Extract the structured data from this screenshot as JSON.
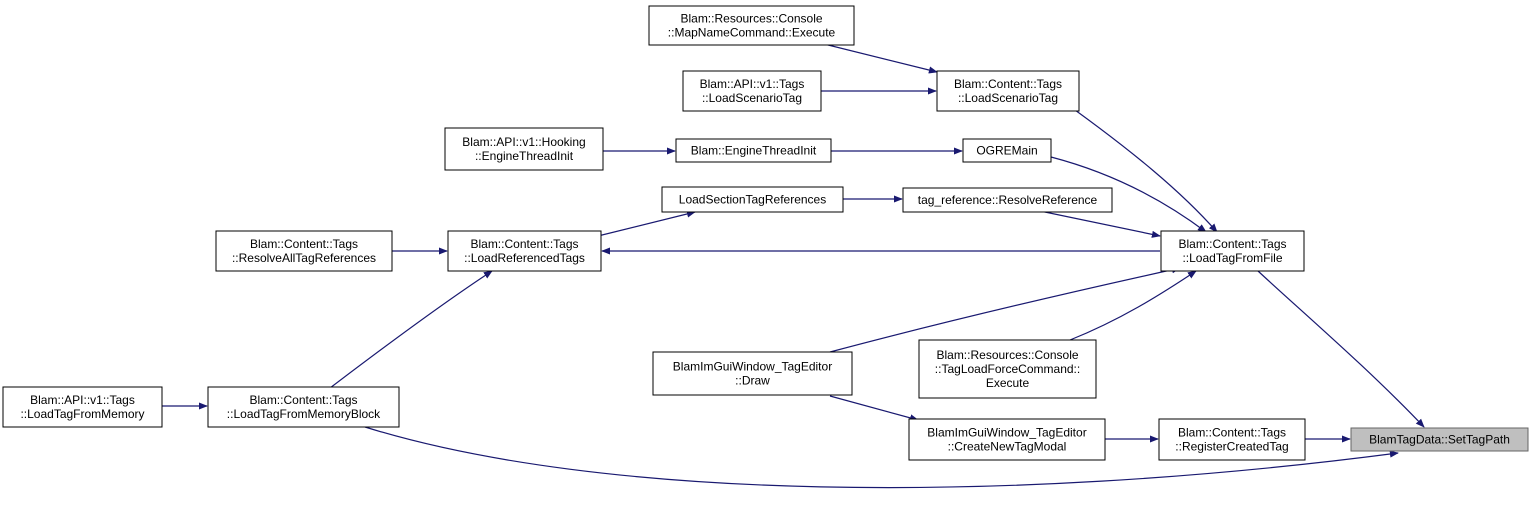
{
  "colors": {
    "edge": "#191970",
    "node_border": "#000000",
    "target_fill": "#bfbfbf",
    "target_border": "#666666"
  },
  "nodes": {
    "set_tag_path": [
      "BlamTagData::SetTagPath"
    ],
    "load_tag_from_file": [
      "Blam::Content::Tags",
      "::LoadTagFromFile"
    ],
    "register_created_tag": [
      "Blam::Content::Tags",
      "::RegisterCreatedTag"
    ],
    "load_tag_from_memory_block": [
      "Blam::Content::Tags",
      "::LoadTagFromMemoryBlock"
    ],
    "load_scenario_tag_content": [
      "Blam::Content::Tags",
      "::LoadScenarioTag"
    ],
    "ogre_main": [
      "OGREMain"
    ],
    "resolve_reference": [
      "tag_reference::ResolveReference"
    ],
    "load_referenced_tags": [
      "Blam::Content::Tags",
      "::LoadReferencedTags"
    ],
    "tag_editor_draw": [
      "BlamImGuiWindow_TagEditor",
      "::Draw"
    ],
    "tag_load_force_command": [
      "Blam::Resources::Console",
      "::TagLoadForceCommand::",
      "Execute"
    ],
    "create_new_tag_modal": [
      "BlamImGuiWindow_TagEditor",
      "::CreateNewTagModal"
    ],
    "map_name_command": [
      "Blam::Resources::Console",
      "::MapNameCommand::Execute"
    ],
    "load_scenario_tag_api": [
      "Blam::API::v1::Tags",
      "::LoadScenarioTag"
    ],
    "engine_thread_init": [
      "Blam::EngineThreadInit"
    ],
    "engine_thread_init_hooking": [
      "Blam::API::v1::Hooking",
      "::EngineThreadInit"
    ],
    "load_section_tag_references": [
      "LoadSectionTagReferences"
    ],
    "resolve_all_tag_references": [
      "Blam::Content::Tags",
      "::ResolveAllTagReferences"
    ],
    "load_tag_from_memory_api": [
      "Blam::API::v1::Tags",
      "::LoadTagFromMemory"
    ]
  }
}
